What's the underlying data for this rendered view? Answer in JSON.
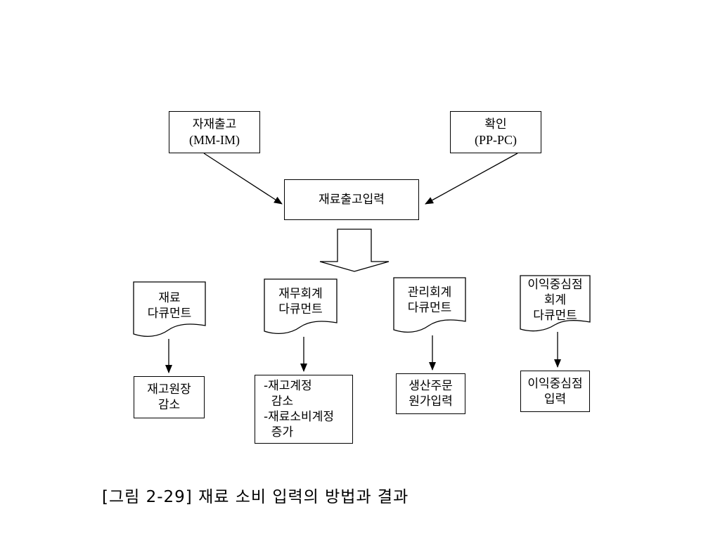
{
  "top_left": {
    "line1": "자재출고",
    "line2": "(MM-IM)"
  },
  "top_right": {
    "line1": "확인",
    "line2": "(PP-PC)"
  },
  "center": {
    "label": "재료출고입력"
  },
  "documents": [
    {
      "line1": "재료",
      "line2": "다큐먼트"
    },
    {
      "line1": "재무회계",
      "line2": "다큐먼트"
    },
    {
      "line1": "관리회계",
      "line2": "다큐먼트"
    },
    {
      "line1": "이익중심점",
      "line2": "회계",
      "line3": "다큐먼트"
    }
  ],
  "results": [
    {
      "line1": "재고원장",
      "line2": "감소"
    },
    {
      "line1": "-재고계정",
      "line2": "  감소",
      "line3": "-재료소비계정",
      "line4": "  증가"
    },
    {
      "line1": "생산주문",
      "line2": "원가입력"
    },
    {
      "line1": "이익중심점",
      "line2": "입력"
    }
  ],
  "caption": "[그림 2-29] 재료 소비 입력의 방법과 결과"
}
